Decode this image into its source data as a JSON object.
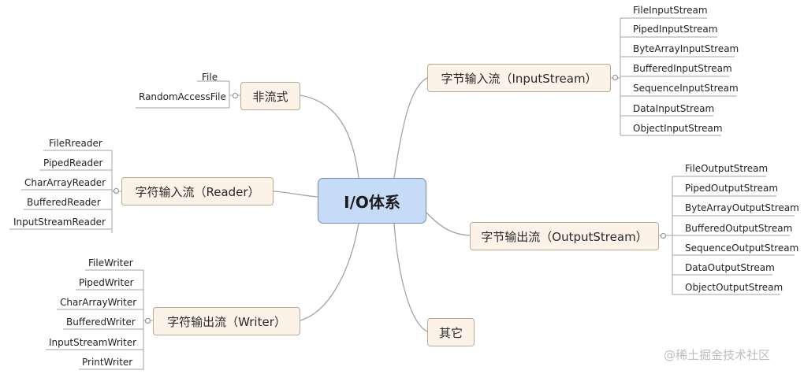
{
  "central": {
    "label": "I/O体系"
  },
  "branches": {
    "nonstream": {
      "label": "非流式",
      "items": [
        "File",
        "RandomAccessFile"
      ]
    },
    "reader": {
      "label": "字符输入流（Reader）",
      "items": [
        "FileRreader",
        "PipedReader",
        "CharArrayReader",
        "BufferedReader",
        "InputStreamReader"
      ]
    },
    "writer": {
      "label": "字符输出流（Writer）",
      "items": [
        "FileWriter",
        "PipedWriter",
        "CharArrayWriter",
        "BufferedWriter",
        "InputStreamWriter",
        "PrintWriter"
      ]
    },
    "inputstream": {
      "label": "字节输入流（InputStream）",
      "items": [
        "FileInputStream",
        "PipedInputStream",
        "ByteArrayInputStream",
        "BufferedInputStream",
        "SequenceInputStream",
        "DataInputStream",
        "ObjectInputStream"
      ]
    },
    "outputstream": {
      "label": "字节输出流（OutputStream）",
      "items": [
        "FileOutputStream",
        "PipedOutputStream",
        "ByteArrayOutputStream",
        "BufferedOutputStream",
        "SequenceOutputStream",
        "DataOutputStream",
        "ObjectOutputStream"
      ]
    },
    "other": {
      "label": "其它"
    }
  },
  "watermark": "@稀土掘金技术社区",
  "colors": {
    "central_fill": "#c6dbf6",
    "branch_fill": "#fcf2e8",
    "line": "#999999"
  }
}
